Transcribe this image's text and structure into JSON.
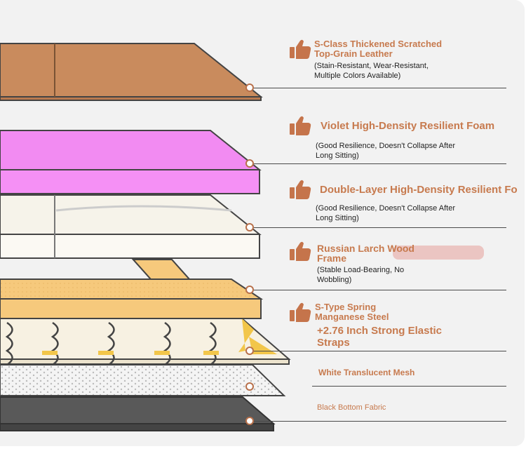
{
  "layers": [
    {
      "title": "S-Class Thickened Scratched Top-Grain Leather",
      "title_line1": "S-Class Thickened Scratched",
      "title_line2": "Top-Grain Leather",
      "desc_line1": "(Stain-Resistant, Wear-Resistant,",
      "desc_line2": "Multiple Colors Available)",
      "icon": "thumbs-up-icon"
    },
    {
      "title": "Violet High-Density Resilient Foam",
      "desc_line1": "(Good Resilience, Doesn't Collapse After",
      "desc_line2": "Long Sitting)",
      "icon": "thumbs-up-icon"
    },
    {
      "title": "Double-Layer High-Density Resilient Fo",
      "desc_line1": "(Good Resilience, Doesn't Collapse After",
      "desc_line2": "Long Sitting)",
      "icon": "thumbs-up-icon"
    },
    {
      "title_line1": "Russian Larch Wood",
      "title_line2": "Frame",
      "desc_line1": "(Stable Load-Bearing, No",
      "desc_line2": "Wobbling)",
      "icon": "thumbs-up-icon"
    },
    {
      "title_line1": "S-Type Spring",
      "title_line2": "Manganese Steel",
      "title_line3": "+2.76 Inch Strong Elastic",
      "title_line4": "Straps",
      "icon": "thumbs-up-icon"
    },
    {
      "title": "White Translucent Mesh"
    },
    {
      "title": "Black Bottom Fabric"
    }
  ],
  "colors": {
    "accent": "#c77a4e",
    "leather": "#c98a5c",
    "foam": "#f08af0",
    "wood": "#f5c87a",
    "fabric": "#555555"
  }
}
